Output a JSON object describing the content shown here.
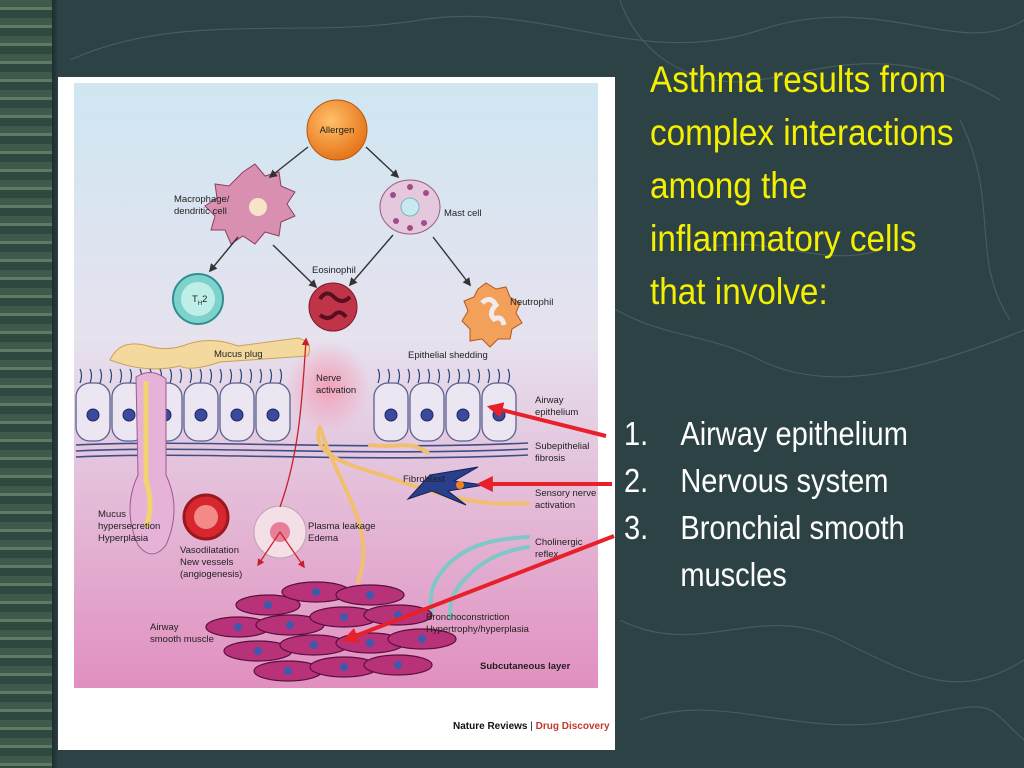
{
  "slide": {
    "title_lines": [
      "Asthma  results from",
      "complex interactions",
      "among  the",
      "inflammatory cells",
      "that involve:"
    ],
    "list": [
      {
        "num": "1.",
        "text": "Airway epithelium",
        "cont": ""
      },
      {
        "num": "2.",
        "text": "Nervous system",
        "cont": ""
      },
      {
        "num": "3.",
        "text": "Bronchial smooth",
        "cont": "muscles"
      }
    ]
  },
  "colors": {
    "title": "#f4f000",
    "list_text": "#ffffff",
    "background": "#2c4244",
    "arrow": "#e8202a"
  },
  "figure": {
    "labels": {
      "allergen": "Allergen",
      "macrophage_1": "Macrophage/",
      "macrophage_2": "dendritic cell",
      "mast_cell": "Mast cell",
      "th2": "T",
      "th2_sub": "H",
      "th2_num": "2",
      "eosinophil": "Eosinophil",
      "neutrophil": "Neutrophil",
      "mucus_plug": "Mucus plug",
      "epithelial_shedding": "Epithelial shedding",
      "nerve_1": "Nerve",
      "nerve_2": "activation",
      "airway_epi_1": "Airway",
      "airway_epi_2": "epithelium",
      "subepi_1": "Subepithelial",
      "subepi_2": "fibrosis",
      "fibroblast": "Fibroblast",
      "sensory_1": "Sensory nerve",
      "sensory_2": "activation",
      "mucus_hyper_1": "Mucus",
      "mucus_hyper_2": "hypersecretion",
      "mucus_hyper_3": "Hyperplasia",
      "vaso_1": "Vasodilatation",
      "vaso_2": "New vessels",
      "vaso_3": "(angiogenesis)",
      "plasma_1": "Plasma leakage",
      "plasma_2": "Edema",
      "cholinergic_1": "Cholinergic",
      "cholinergic_2": "reflex",
      "broncho_1": "Bronchoconstriction",
      "broncho_2": "Hypertrophy/hyperplasia",
      "airway_sm_1": "Airway",
      "airway_sm_2": "smooth muscle",
      "subcutaneous": "Subcutaneous layer",
      "credit_a": "Nature Reviews",
      "credit_sep": " | ",
      "credit_b": "Drug Discovery"
    }
  }
}
